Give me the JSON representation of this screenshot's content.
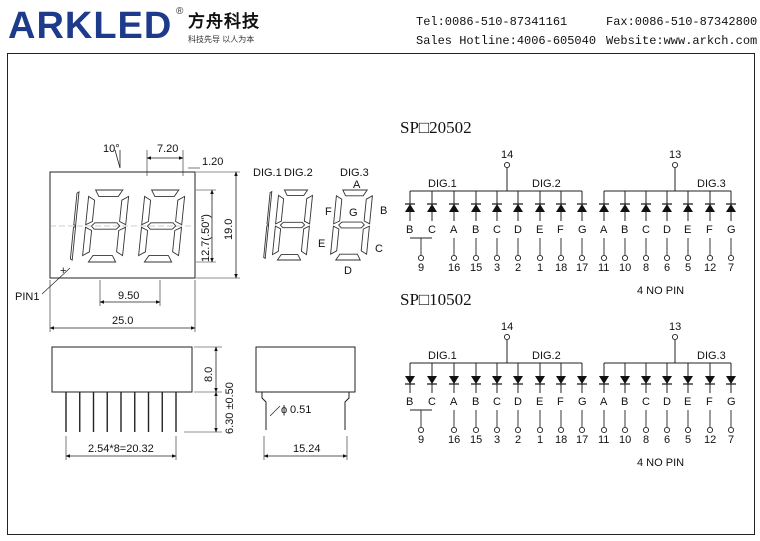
{
  "header": {
    "logo_text": "ARKLED",
    "logo_registered": "®",
    "logo_cn_name": "方舟科技",
    "logo_slogan": "科技先导 以人为本",
    "tel": "Tel:0086-510-87341161",
    "fax": "Fax:0086-510-87342800",
    "hotline": "Sales Hotline:4006-605040",
    "website": "Website:www.arkch.com"
  },
  "front_view": {
    "dim_angle": "10°",
    "dim_digit_pitch": "7.20",
    "dim_dp_offset": "1.20",
    "dim_digit_height": "12.7(.50\")",
    "dim_body_height": "19.0",
    "dim_pin_span": "9.50",
    "dim_body_width": "25.0",
    "pin1_label": "PIN1",
    "pin1_mark": "+"
  },
  "digit_legend": {
    "dig1": "DIG.1",
    "dig2": "DIG.2",
    "dig3": "DIG.3",
    "seg_a": "A",
    "seg_b": "B",
    "seg_c": "C",
    "seg_d": "D",
    "seg_e": "E",
    "seg_f": "F",
    "seg_g": "G"
  },
  "side_view": {
    "dim_body_thickness": "8.0",
    "dim_pin_length": "6.30 ±0.50",
    "dim_pin_pitch": "2.54*8=20.32",
    "dim_pin_diameter": "0.51",
    "diameter_symbol": "ϕ",
    "dim_row_spacing": "15.24"
  },
  "circuits": [
    {
      "title": "SP□20502",
      "polarity": "up",
      "common_pins": [
        "14",
        "13"
      ],
      "digit_labels": [
        "DIG.1",
        "DIG.2",
        "DIG.3"
      ],
      "segments": [
        "B",
        "C",
        "A",
        "B",
        "C",
        "D",
        "E",
        "F",
        "G",
        "A",
        "B",
        "C",
        "D",
        "E",
        "F",
        "G"
      ],
      "pins": [
        "9",
        "16",
        "15",
        "3",
        "2",
        "1",
        "18",
        "17",
        "11",
        "10",
        "8",
        "6",
        "5",
        "12",
        "7"
      ],
      "note": "4 NO PIN"
    },
    {
      "title": "SP□10502",
      "polarity": "down",
      "common_pins": [
        "14",
        "13"
      ],
      "digit_labels": [
        "DIG.1",
        "DIG.2",
        "DIG.3"
      ],
      "segments": [
        "B",
        "C",
        "A",
        "B",
        "C",
        "D",
        "E",
        "F",
        "G",
        "A",
        "B",
        "C",
        "D",
        "E",
        "F",
        "G"
      ],
      "pins": [
        "9",
        "16",
        "15",
        "3",
        "2",
        "1",
        "18",
        "17",
        "11",
        "10",
        "8",
        "6",
        "5",
        "12",
        "7"
      ],
      "note": "4 NO PIN"
    }
  ]
}
